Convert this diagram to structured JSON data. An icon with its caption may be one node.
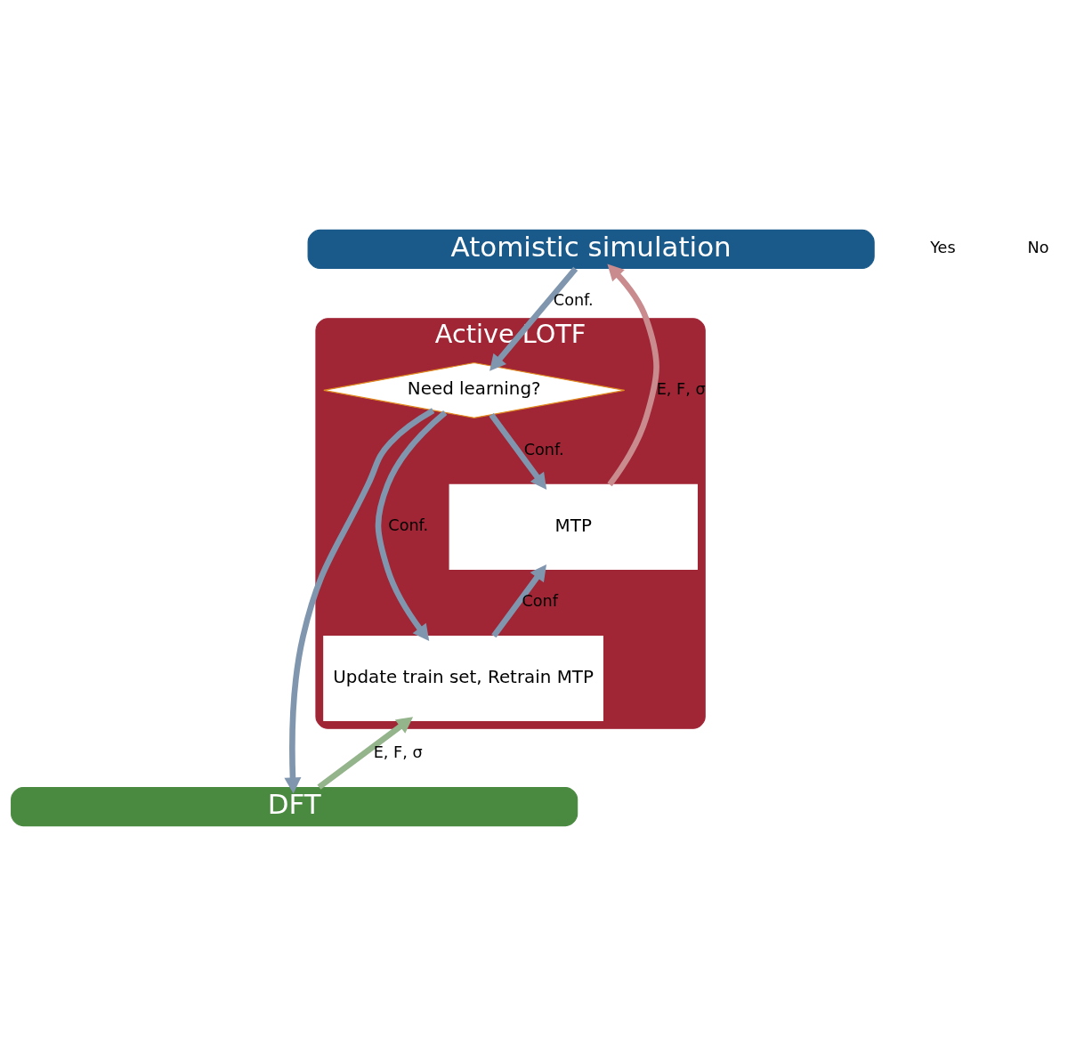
{
  "diagram": {
    "nodes": [
      {
        "text": [
          "Atomistic simulation"
        ]
      },
      {
        "text": [
          "Active LOTF"
        ]
      },
      {
        "text": [
          "Need learning?"
        ],
        "in": 1
      },
      {
        "text": [
          "MTP"
        ],
        "in": 1
      },
      {
        "text": [
          "Update train set, Retrain MTP"
        ],
        "in": 1
      },
      {
        "text": [
          "DFT"
        ]
      }
    ],
    "edges": [
      {
        "from": 0,
        "to": 2,
        "arrow": "to",
        "label": "Conf."
      },
      {
        "from": 2,
        "to": 3,
        "arrow": "to",
        "label": "Conf."
      },
      {
        "from": 3,
        "to": 0,
        "arrow": "to",
        "label": "E, F, σ",
        "color": "#c98b8e"
      },
      {
        "from": 2,
        "to": 4,
        "arrow": "to",
        "label": "Conf."
      },
      {
        "from": 2,
        "to": 5,
        "arrow": "to"
      },
      {
        "from": 4,
        "to": 3,
        "arrow": "to",
        "label": "Conf"
      },
      {
        "from": 5,
        "to": 4,
        "arrow": "to",
        "label": "E, F, σ",
        "color": "#94b48b"
      }
    ],
    "labels": [
      "Yes",
      "No"
    ]
  }
}
